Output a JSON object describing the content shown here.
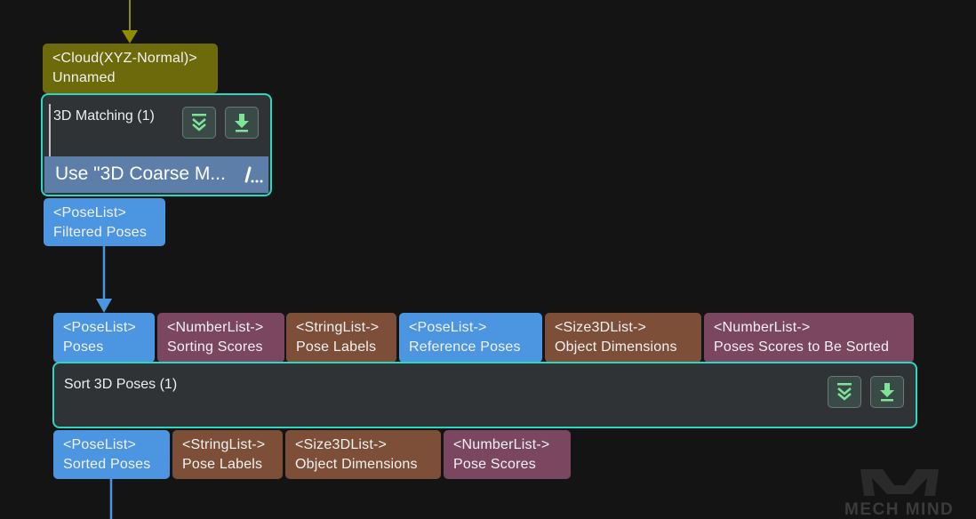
{
  "input_port_top": {
    "type": "<Cloud(XYZ-Normal)>",
    "name": "Unnamed"
  },
  "matching_node": {
    "title": "3D Matching (1)",
    "description": "Use \"3D Coarse M...",
    "buttons": [
      "collapse-icon",
      "download-icon"
    ]
  },
  "matching_output": {
    "type": "<PoseList>",
    "name": "Filtered Poses"
  },
  "sort_inputs": [
    {
      "type": "<PoseList>",
      "name": "Poses",
      "color": "#4c95e1"
    },
    {
      "type": "<NumberList->",
      "name": "Sorting Scores",
      "color": "#7b4660"
    },
    {
      "type": "<StringList->",
      "name": "Pose Labels",
      "color": "#7d4f38"
    },
    {
      "type": "<PoseList->",
      "name": "Reference Poses",
      "color": "#4c95e1"
    },
    {
      "type": "<Size3DList->",
      "name": "Object Dimensions",
      "color": "#7d4f38"
    },
    {
      "type": "<NumberList->",
      "name": "Poses Scores to Be Sorted",
      "color": "#7b4660"
    }
  ],
  "sort_node": {
    "title": "Sort 3D Poses (1)",
    "buttons": [
      "collapse-icon",
      "download-icon"
    ]
  },
  "sort_outputs": [
    {
      "type": "<PoseList>",
      "name": "Sorted Poses",
      "color": "#4c95e1"
    },
    {
      "type": "<StringList->",
      "name": "Pose Labels",
      "color": "#7d4f38"
    },
    {
      "type": "<Size3DList->",
      "name": "Object Dimensions",
      "color": "#7d4f38"
    },
    {
      "type": "<NumberList->",
      "name": "Pose Scores",
      "color": "#7b4660"
    }
  ],
  "colors": {
    "olive_connection": "#8f8c00",
    "blue_connection": "#4c95e1",
    "node_border": "#2bd7c1"
  },
  "watermark": "MECH MIND"
}
